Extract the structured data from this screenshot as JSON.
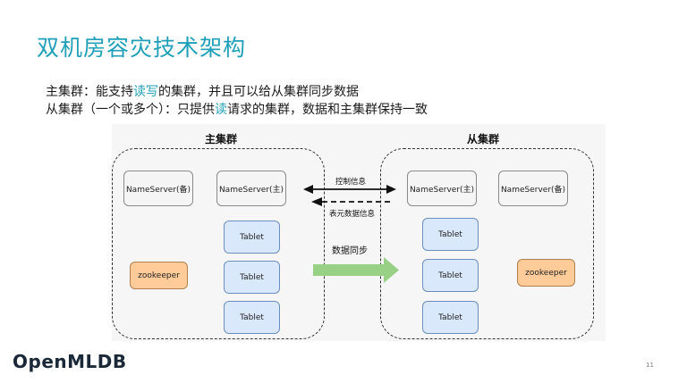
{
  "title": "双机房容灾技术架构",
  "line1": {
    "prefix": "主集群：能支持",
    "hl": "读写",
    "suffix": "的集群，并且可以给从集群同步数据"
  },
  "line2": {
    "prefix": "从集群（一个或多个）：只提供",
    "hl": "读",
    "suffix": "请求的集群，数据和主集群保持一致"
  },
  "main_cluster": {
    "label": "主集群",
    "ns_standby": "NameServer(备)",
    "ns_primary": "NameServer(主)",
    "zookeeper": "zookeeper",
    "tablets": [
      "Tablet",
      "Tablet",
      "Tablet"
    ]
  },
  "slave_cluster": {
    "label": "从集群",
    "ns_primary": "NameServer(主)",
    "ns_standby": "NameServer(备)",
    "zookeeper": "zookeeper",
    "tablets": [
      "Tablet",
      "Tablet",
      "Tablet"
    ]
  },
  "arrows": {
    "control_info": "控制信息",
    "table_metadata": "表元数据信息",
    "data_sync": "数据同步"
  },
  "colors": {
    "accent": "#1f9fb8",
    "tablet_fill": "#dae8fc",
    "zookeeper_fill": "#ffcc99",
    "sync_arrow": "#98d085"
  },
  "logo": "OpenMLDB",
  "page_number": "11"
}
